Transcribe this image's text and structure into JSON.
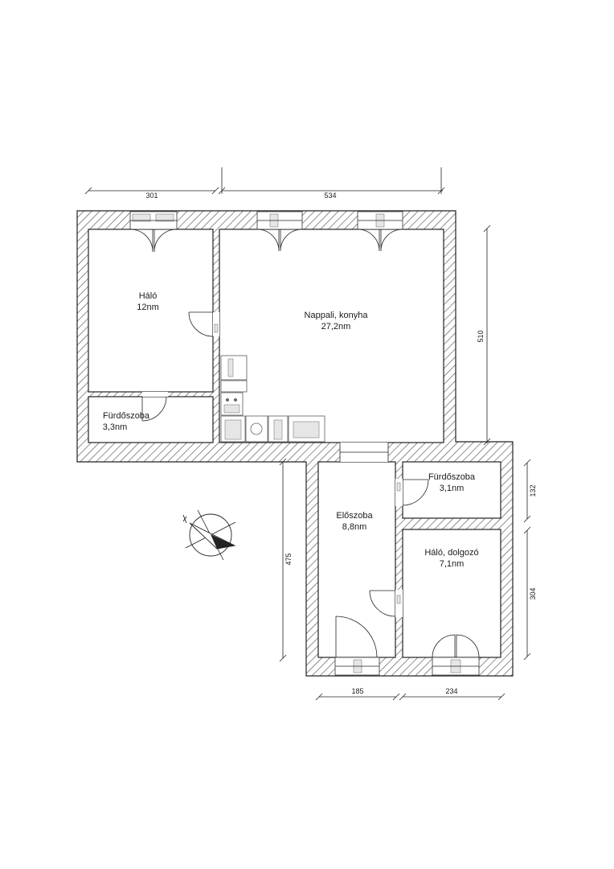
{
  "rooms": {
    "halo": {
      "name": "Háló",
      "area": "12nm"
    },
    "nappali": {
      "name": "Nappali, konyha",
      "area": "27,2nm"
    },
    "furdo1": {
      "name": "Fürdőszoba",
      "area": "3,3nm"
    },
    "eloszoba": {
      "name": "Előszoba",
      "area": "8,8nm"
    },
    "furdo2": {
      "name": "Fürdőszoba",
      "area": "3,1nm"
    },
    "halo_dolgozo": {
      "name": "Háló, dolgozó",
      "area": "7,1nm"
    }
  },
  "dimensions": {
    "top_left": "301",
    "top_right": "534",
    "right_main": "510",
    "right_upper": "132",
    "right_lower": "304",
    "left_lower": "475",
    "bottom_left": "185",
    "bottom_right": "234"
  }
}
